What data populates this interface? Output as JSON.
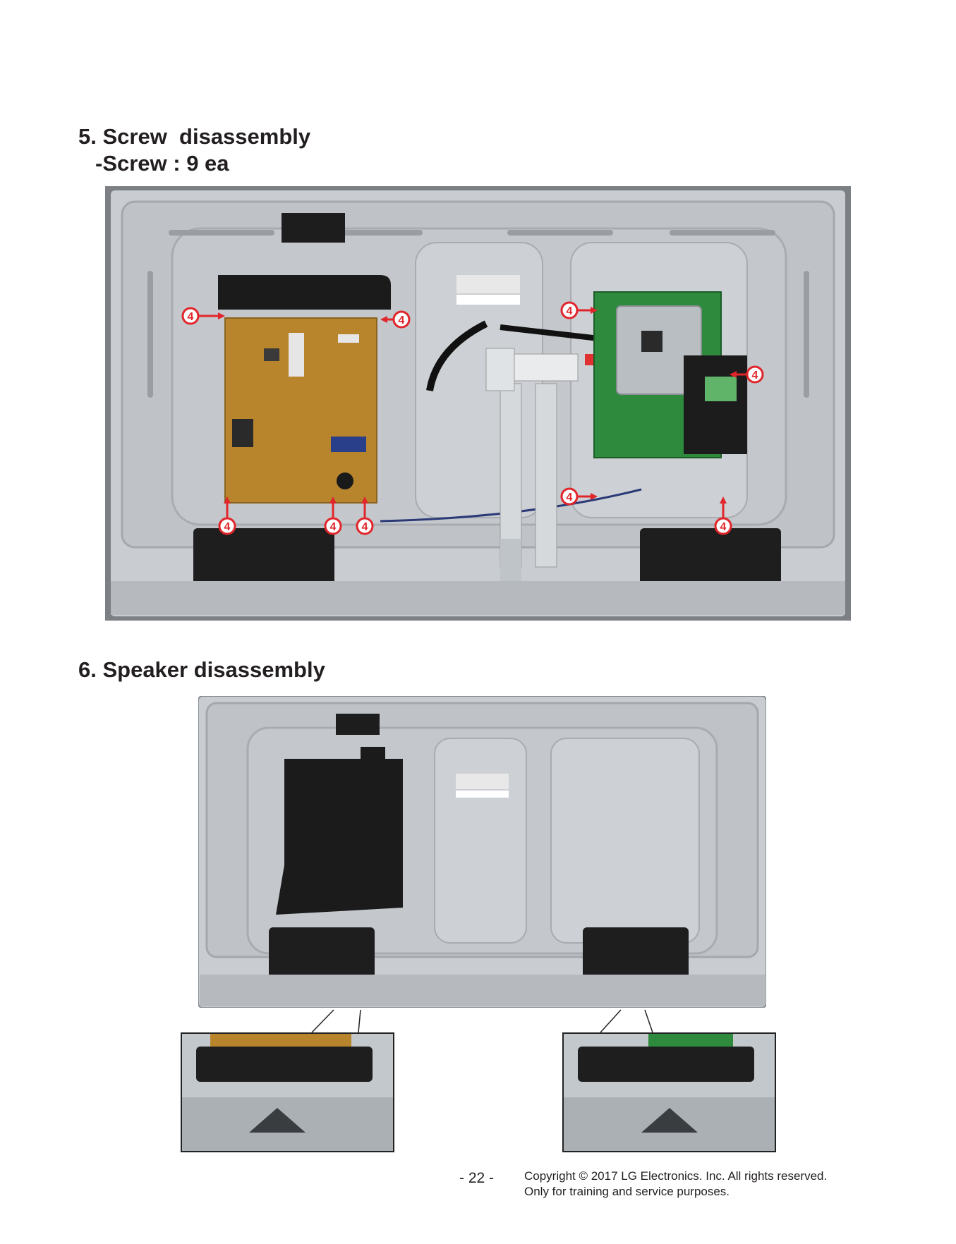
{
  "sections": {
    "screw": {
      "title": "5. Screw  disassembly",
      "subtitle": "-Screw : 9 ea",
      "callout_label": "4",
      "callout_count": 9
    },
    "speaker": {
      "title": "6. Speaker disassembly"
    }
  },
  "footer": {
    "page_number": "- 22 -",
    "copyright": "Copyright  © 2017 LG Electronics. Inc. All rights reserved.",
    "usage_note": "Only for training and service purposes."
  },
  "colors": {
    "callout_red": "#e0262b",
    "board_green": "#2e8b3e",
    "power_board": "#b8842c",
    "chassis": "#c9ccd0"
  }
}
